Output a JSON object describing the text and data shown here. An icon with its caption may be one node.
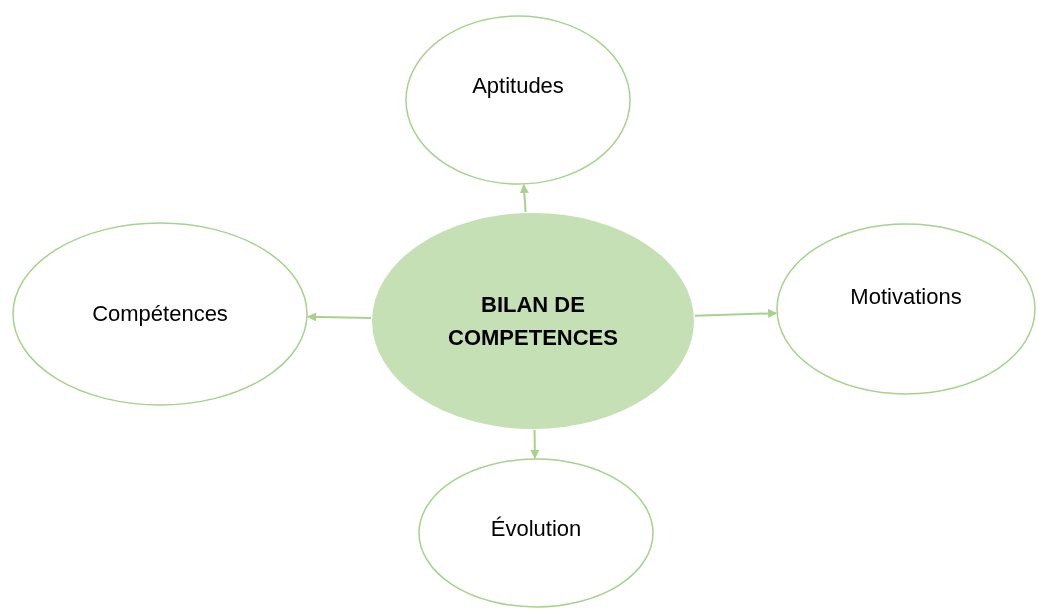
{
  "diagram": {
    "nodes": [
      {
        "text": [
          "BILAN DE COMPETENCES"
        ]
      },
      {
        "text": [
          "Aptitudes"
        ]
      },
      {
        "text": [
          "Compétences"
        ]
      },
      {
        "text": [
          "Motivations"
        ]
      },
      {
        "text": [
          "Évolution"
        ]
      }
    ],
    "edges": [
      {
        "from": 0,
        "to": 1,
        "arrow": "to"
      },
      {
        "from": 0,
        "to": 2,
        "arrow": "to"
      },
      {
        "from": 0,
        "to": 3,
        "arrow": "to"
      },
      {
        "from": 0,
        "to": 4,
        "arrow": "to"
      }
    ]
  }
}
